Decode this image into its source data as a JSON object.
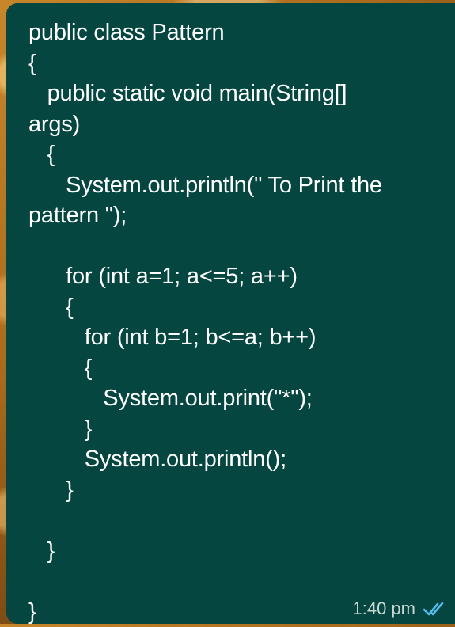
{
  "message": {
    "lines": [
      "public class Pattern",
      "{",
      "   public static void main(String[]",
      "args)",
      "   {",
      "      System.out.println(\" To Print the",
      "pattern \");",
      "",
      "      for (int a=1; a<=5; a++)",
      "      {",
      "         for (int b=1; b<=a; b++)",
      "         {",
      "            System.out.print(\"*\");",
      "         }",
      "         System.out.println();",
      "      }",
      "",
      "   }",
      "",
      "}"
    ],
    "time": "1:40 pm",
    "status_icon": "double-check-read-icon"
  },
  "colors": {
    "bubble": "#054640",
    "text": "#ffffff",
    "time": "#c9d8d5",
    "read_ticks": "#53bdeb"
  }
}
